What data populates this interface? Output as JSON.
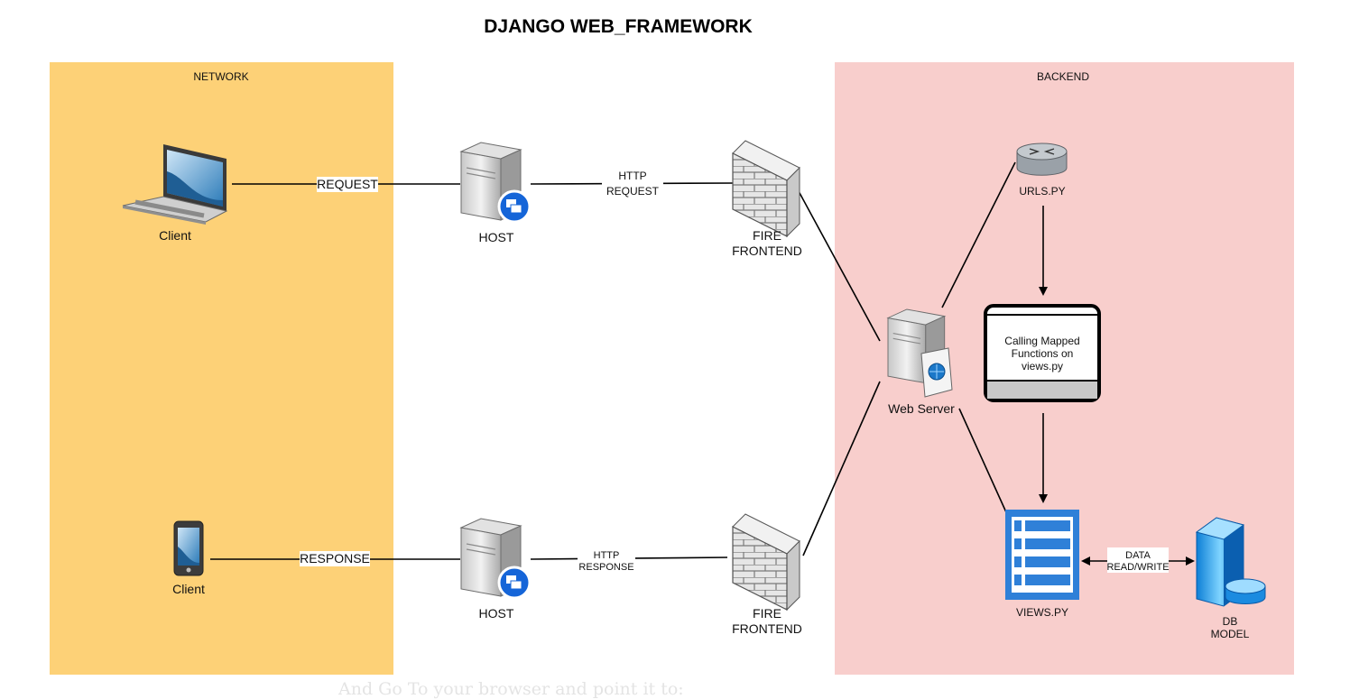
{
  "title": "DJANGO WEB_FRAMEWORK",
  "footer_text": "And Go To your browser and point it to:",
  "zones": {
    "network": {
      "label": "NETWORK",
      "color": "#fdd177"
    },
    "backend": {
      "label": "BACKEND",
      "color": "#f8cecc"
    }
  },
  "nodes": {
    "client_top": "Client",
    "client_bottom": "Client",
    "host_top": "HOST",
    "host_bottom": "HOST",
    "fire_top": [
      "FIRE",
      "FRONTEND"
    ],
    "fire_bottom": [
      "FIRE",
      "FRONTEND"
    ],
    "web_server": "Web Server",
    "urls": "URLS.PY",
    "views_box": [
      "Calling Mapped",
      "Functions on",
      "views.py"
    ],
    "views": "VIEWS.PY",
    "db": [
      "DB",
      "MODEL"
    ]
  },
  "edges": {
    "request": "REQUEST",
    "response": "RESPONSE",
    "http_request": [
      "HTTP",
      "REQUEST"
    ],
    "http_response": [
      "HTTP",
      "RESPONSE"
    ],
    "data_rw": [
      "DATA",
      "READ/WRITE"
    ]
  },
  "icons": {
    "laptop": "laptop-icon",
    "tablet": "tablet-icon",
    "server": "server-icon",
    "firewall": "firewall-icon",
    "router": "router-icon",
    "list": "list-icon",
    "database": "database-icon"
  }
}
